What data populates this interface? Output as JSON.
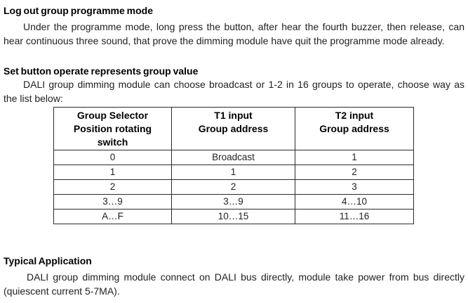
{
  "document": {
    "sections": [
      {
        "heading": "Log out group programme mode",
        "body": "Under the programme mode, long press the button, after hear the fourth buzzer, then release, can hear continuous three sound, that prove the dimming module have quit the programme mode already."
      },
      {
        "heading": "Set button operate represents group value",
        "body": "DALI group dimming module can choose broadcast or 1-2 in 16 groups to operate, choose way as the list below:"
      },
      {
        "heading": "Typical Application",
        "body": "DALI group dimming module connect on DALI bus directly, module take power from bus directly (quiescent current 5-7MA)."
      }
    ],
    "group_table": {
      "columns": [
        {
          "lines": [
            "Group Selector",
            "Position rotating",
            "switch"
          ]
        },
        {
          "lines": [
            "T1 input",
            "Group address"
          ]
        },
        {
          "lines": [
            "T2 input",
            "Group address"
          ]
        }
      ],
      "rows": [
        [
          "0",
          "Broadcast",
          "1"
        ],
        [
          "1",
          "1",
          "2"
        ],
        [
          "2",
          "2",
          "3"
        ],
        [
          "3…9",
          "3…9",
          "4…10"
        ],
        [
          "A…F",
          "10…15",
          "11…16"
        ]
      ]
    }
  }
}
